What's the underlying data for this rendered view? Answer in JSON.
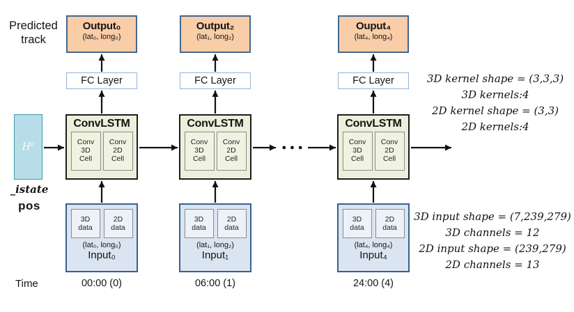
{
  "labels": {
    "predicted_track_line1": "Predicted",
    "predicted_track_line2": "track",
    "h0": "H⁰",
    "istate": "_istate",
    "pos": "pos",
    "time_axis": "Time",
    "ellipsis": "● ● ●"
  },
  "columns": [
    {
      "output_title": "Output₀",
      "output_caption": "(lat₀, long₀)",
      "fc_label": "FC Layer",
      "convlstm_label": "ConvLSTM",
      "conv3d_cell": "Conv\n3D\nCell",
      "conv2d_cell": "Conv\n2D\nCell",
      "data3d": "3D\ndata",
      "data2d": "2D\ndata",
      "input_caption": "(lat₀, long₀)",
      "input_title": "Input₀",
      "time": "00:00 (0)"
    },
    {
      "output_title": "Output₂",
      "output_caption": "(lat₁, long₂)",
      "fc_label": "FC Layer",
      "convlstm_label": "ConvLSTM",
      "conv3d_cell": "Conv\n3D\nCell",
      "conv2d_cell": "Conv\n2D\nCell",
      "data3d": "3D\ndata",
      "data2d": "2D\ndata",
      "input_caption": "(lat₁, long₂)",
      "input_title": "Input₁",
      "time": "06:00 (1)"
    },
    {
      "output_title": "Ouput₄",
      "output_caption": "(lat₄, long₄)",
      "fc_label": "FC Layer",
      "convlstm_label": "ConvLSTM",
      "conv3d_cell": "Conv\n3D\nCell",
      "conv2d_cell": "Conv\n2D\nCell",
      "data3d": "3D\ndata",
      "data2d": "2D\ndata",
      "input_caption": "(lat₄, long₄)",
      "input_title": "Input₄",
      "time": "24:00 (4)"
    }
  ],
  "annotations": {
    "kernel_lines": [
      "3D kernel shape = (3,3,3)",
      "3D kernels:4",
      "2D kernel shape = (3,3)",
      "2D  kernels:4"
    ],
    "input_lines": [
      "3D input shape = (7,239,279)",
      "3D channels = 12",
      "2D input shape = (239,279)",
      "2D channels = 13"
    ]
  },
  "colors": {
    "output_fill": "#f9cda7",
    "output_border": "#44678d",
    "fc_border": "#95b3d7",
    "convlstm_fill": "#edefdb",
    "convlstm_border": "#1c1c1c",
    "cell_fill": "#f1f3e2",
    "cell_border": "#8a8a8a",
    "input_fill": "#dbe5f1",
    "input_border": "#36608f",
    "data_fill": "#edf2f9",
    "data_border": "#8a8a8a",
    "state_fill": "#b6dde8",
    "state_border": "#3d96ab",
    "arrow": "#111111"
  }
}
